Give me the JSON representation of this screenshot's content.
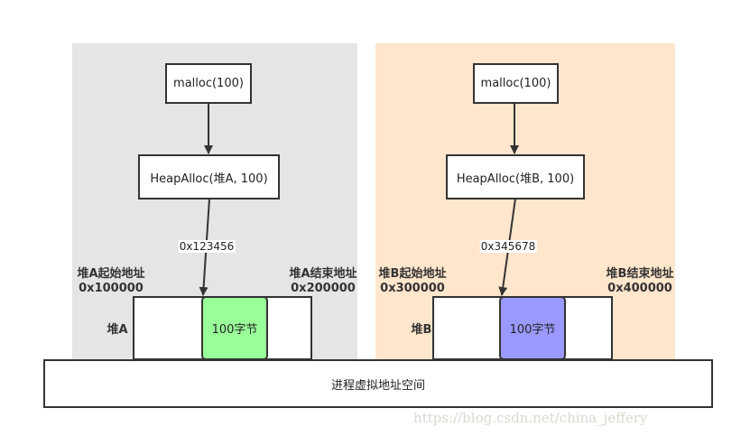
{
  "colors": {
    "panel_a": "#e5e5e5",
    "panel_b": "#ffe6cc",
    "block_a": "#99ff99",
    "block_b": "#9999ff"
  },
  "heap_a": {
    "malloc": "malloc(100)",
    "heapalloc": "HeapAlloc(堆A, 100)",
    "address": "0x123456",
    "start_label": "堆A起始地址",
    "start_addr": "0x100000",
    "end_label": "堆A结束地址",
    "end_addr": "0x200000",
    "heap_label": "堆A",
    "block": "100字节"
  },
  "heap_b": {
    "malloc": "malloc(100)",
    "heapalloc": "HeapAlloc(堆B, 100)",
    "address": "0x345678",
    "start_label": "堆B起始地址",
    "start_addr": "0x300000",
    "end_label": "堆B结束地址",
    "end_addr": "0x400000",
    "heap_label": "堆B",
    "block": "100字节"
  },
  "address_space": "进程虚拟地址空间",
  "watermark": "https://blog.csdn.net/china_jeffery"
}
